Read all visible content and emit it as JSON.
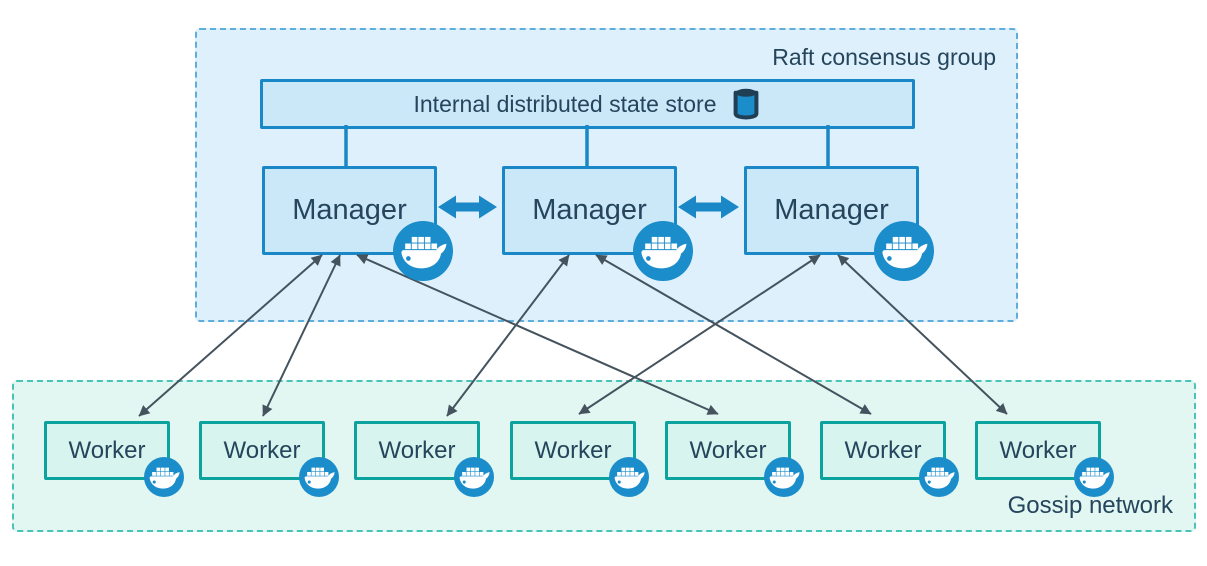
{
  "raft_group": {
    "label": "Raft consensus group",
    "state_store": {
      "label": "Internal distributed state store"
    },
    "managers": [
      {
        "label": "Manager"
      },
      {
        "label": "Manager"
      },
      {
        "label": "Manager"
      }
    ]
  },
  "gossip_network": {
    "label": "Gossip network",
    "workers": [
      {
        "label": "Worker"
      },
      {
        "label": "Worker"
      },
      {
        "label": "Worker"
      },
      {
        "label": "Worker"
      },
      {
        "label": "Worker"
      },
      {
        "label": "Worker"
      },
      {
        "label": "Worker"
      }
    ]
  },
  "icons": {
    "docker_icon": "docker-whale",
    "database_icon": "database-cylinder"
  },
  "colors": {
    "blue_box_border": "#1a87c6",
    "blue_box_fill": "#cbe8f9",
    "raft_group_fill": "#def0fb",
    "raft_group_border": "#5fadda",
    "teal_box_border": "#0ca29d",
    "teal_box_fill": "#d8f4ef",
    "gossip_fill": "#e3f7f2",
    "gossip_border": "#49c3b7",
    "docker_blue": "#1b8dcb",
    "text_navy": "#24455c",
    "thin_arrow": "#44535e"
  },
  "connections": {
    "state_store_links": [
      "state-store—manager-0",
      "state-store—manager-1",
      "state-store—manager-2"
    ],
    "manager_peer_links": [
      "manager-0↔manager-1",
      "manager-1↔manager-2"
    ],
    "manager_worker_links": [
      "manager-0↔worker-0",
      "manager-0↔worker-1",
      "manager-0↔worker-4",
      "manager-1↔worker-2",
      "manager-1↔worker-5",
      "manager-2↔worker-3",
      "manager-2↔worker-6"
    ]
  }
}
